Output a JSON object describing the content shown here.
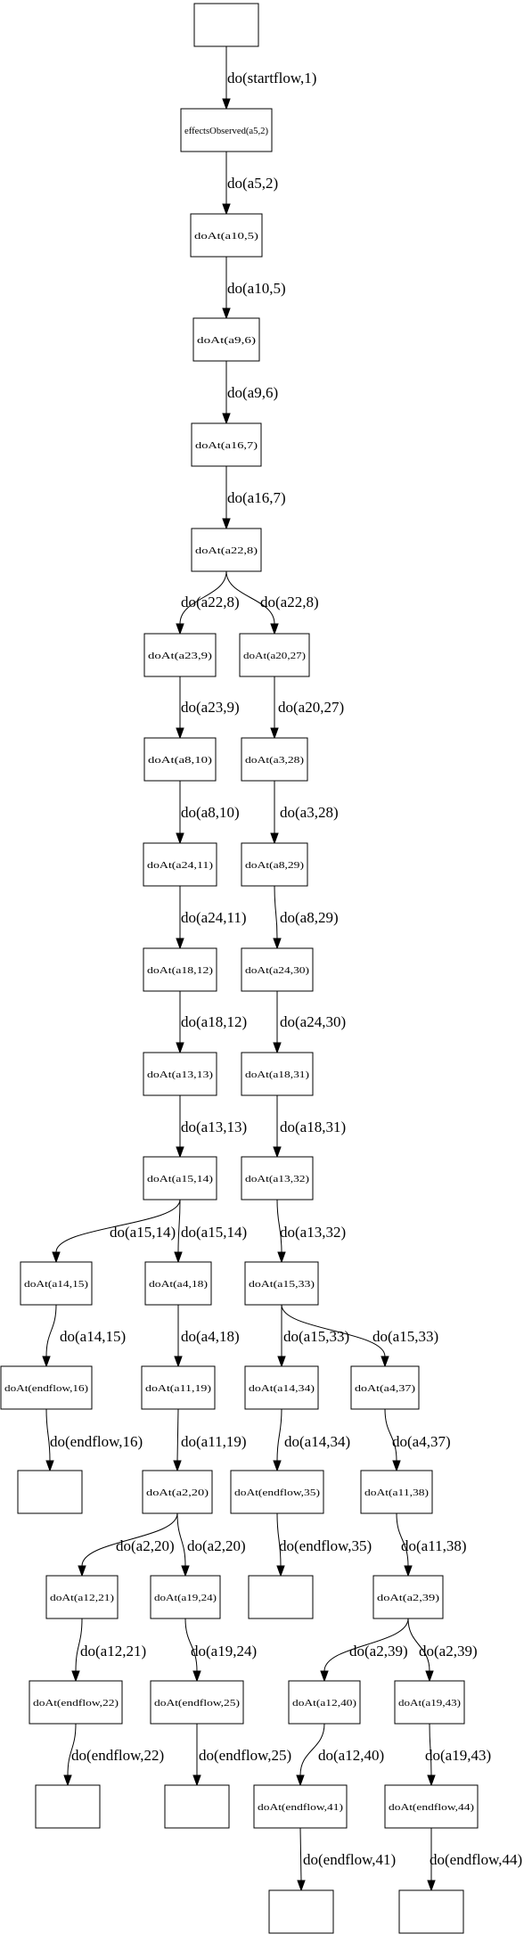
{
  "graph": {
    "nodes": [
      {
        "id": "start",
        "label": ""
      },
      {
        "id": "n1",
        "label": "effectsObserved(a5,2)"
      },
      {
        "id": "n2",
        "label": "doAt(a10,5)"
      },
      {
        "id": "n3",
        "label": "doAt(a9,6)"
      },
      {
        "id": "n4",
        "label": "doAt(a16,7)"
      },
      {
        "id": "n5",
        "label": "doAt(a22,8)"
      },
      {
        "id": "L1",
        "label": "doAt(a23,9)"
      },
      {
        "id": "L2",
        "label": "doAt(a8,10)"
      },
      {
        "id": "L3",
        "label": "doAt(a24,11)"
      },
      {
        "id": "L4",
        "label": "doAt(a18,12)"
      },
      {
        "id": "L5",
        "label": "doAt(a13,13)"
      },
      {
        "id": "L6",
        "label": "doAt(a15,14)"
      },
      {
        "id": "R1",
        "label": "doAt(a20,27)"
      },
      {
        "id": "R2",
        "label": "doAt(a3,28)"
      },
      {
        "id": "R3",
        "label": "doAt(a8,29)"
      },
      {
        "id": "R4",
        "label": "doAt(a24,30)"
      },
      {
        "id": "R5",
        "label": "doAt(a18,31)"
      },
      {
        "id": "R6",
        "label": "doAt(a13,32)"
      },
      {
        "id": "R7",
        "label": "doAt(a15,33)"
      },
      {
        "id": "A1",
        "label": "doAt(a14,15)"
      },
      {
        "id": "A2",
        "label": "doAt(endflow,16)"
      },
      {
        "id": "A3",
        "label": ""
      },
      {
        "id": "B1",
        "label": "doAt(a4,18)"
      },
      {
        "id": "B2",
        "label": "doAt(a11,19)"
      },
      {
        "id": "B3",
        "label": "doAt(a2,20)"
      },
      {
        "id": "C1",
        "label": "doAt(a12,21)"
      },
      {
        "id": "C2",
        "label": "doAt(endflow,22)"
      },
      {
        "id": "C3",
        "label": ""
      },
      {
        "id": "D1",
        "label": "doAt(a19,24)"
      },
      {
        "id": "D2",
        "label": "doAt(endflow,25)"
      },
      {
        "id": "D3",
        "label": ""
      },
      {
        "id": "E1",
        "label": "doAt(a14,34)"
      },
      {
        "id": "E2",
        "label": "doAt(endflow,35)"
      },
      {
        "id": "E3",
        "label": ""
      },
      {
        "id": "F1",
        "label": "doAt(a4,37)"
      },
      {
        "id": "F2",
        "label": "doAt(a11,38)"
      },
      {
        "id": "F3",
        "label": "doAt(a2,39)"
      },
      {
        "id": "G1",
        "label": "doAt(a12,40)"
      },
      {
        "id": "G2",
        "label": "doAt(endflow,41)"
      },
      {
        "id": "G3",
        "label": ""
      },
      {
        "id": "H1",
        "label": "doAt(a19,43)"
      },
      {
        "id": "H2",
        "label": "doAt(endflow,44)"
      },
      {
        "id": "H3",
        "label": ""
      }
    ],
    "edges": [
      {
        "from": "start",
        "to": "n1",
        "label": "do(startflow,1)"
      },
      {
        "from": "n1",
        "to": "n2",
        "label": "do(a5,2)"
      },
      {
        "from": "n2",
        "to": "n3",
        "label": "do(a10,5)"
      },
      {
        "from": "n3",
        "to": "n4",
        "label": "do(a9,6)"
      },
      {
        "from": "n4",
        "to": "n5",
        "label": "do(a16,7)"
      },
      {
        "from": "n5",
        "to": "L1",
        "label": "do(a22,8)"
      },
      {
        "from": "n5",
        "to": "R1",
        "label": "do(a22,8)"
      },
      {
        "from": "L1",
        "to": "L2",
        "label": "do(a23,9)"
      },
      {
        "from": "L2",
        "to": "L3",
        "label": "do(a8,10)"
      },
      {
        "from": "L3",
        "to": "L4",
        "label": "do(a24,11)"
      },
      {
        "from": "L4",
        "to": "L5",
        "label": "do(a18,12)"
      },
      {
        "from": "L5",
        "to": "L6",
        "label": "do(a13,13)"
      },
      {
        "from": "L6",
        "to": "A1",
        "label": "do(a15,14)"
      },
      {
        "from": "L6",
        "to": "B1",
        "label": "do(a15,14)"
      },
      {
        "from": "A1",
        "to": "A2",
        "label": "do(a14,15)"
      },
      {
        "from": "A2",
        "to": "A3",
        "label": "do(endflow,16)"
      },
      {
        "from": "B1",
        "to": "B2",
        "label": "do(a4,18)"
      },
      {
        "from": "B2",
        "to": "B3",
        "label": "do(a11,19)"
      },
      {
        "from": "B3",
        "to": "C1",
        "label": "do(a2,20)"
      },
      {
        "from": "B3",
        "to": "D1",
        "label": "do(a2,20)"
      },
      {
        "from": "C1",
        "to": "C2",
        "label": "do(a12,21)"
      },
      {
        "from": "C2",
        "to": "C3",
        "label": "do(endflow,22)"
      },
      {
        "from": "D1",
        "to": "D2",
        "label": "do(a19,24)"
      },
      {
        "from": "D2",
        "to": "D3",
        "label": "do(endflow,25)"
      },
      {
        "from": "R1",
        "to": "R2",
        "label": "do(a20,27)"
      },
      {
        "from": "R2",
        "to": "R3",
        "label": "do(a3,28)"
      },
      {
        "from": "R3",
        "to": "R4",
        "label": "do(a8,29)"
      },
      {
        "from": "R4",
        "to": "R5",
        "label": "do(a24,30)"
      },
      {
        "from": "R5",
        "to": "R6",
        "label": "do(a18,31)"
      },
      {
        "from": "R6",
        "to": "R7",
        "label": "do(a13,32)"
      },
      {
        "from": "R7",
        "to": "E1",
        "label": "do(a15,33)"
      },
      {
        "from": "R7",
        "to": "F1",
        "label": "do(a15,33)"
      },
      {
        "from": "E1",
        "to": "E2",
        "label": "do(a14,34)"
      },
      {
        "from": "E2",
        "to": "E3",
        "label": "do(endflow,35)"
      },
      {
        "from": "F1",
        "to": "F2",
        "label": "do(a4,37)"
      },
      {
        "from": "F2",
        "to": "F3",
        "label": "do(a11,38)"
      },
      {
        "from": "F3",
        "to": "G1",
        "label": "do(a2,39)"
      },
      {
        "from": "F3",
        "to": "H1",
        "label": "do(a2,39)"
      },
      {
        "from": "G1",
        "to": "G2",
        "label": "do(a12,40)"
      },
      {
        "from": "G2",
        "to": "G3",
        "label": "do(endflow,41)"
      },
      {
        "from": "H1",
        "to": "H2",
        "label": "do(a19,43)"
      },
      {
        "from": "H2",
        "to": "H3",
        "label": "do(endflow,44)"
      }
    ]
  }
}
